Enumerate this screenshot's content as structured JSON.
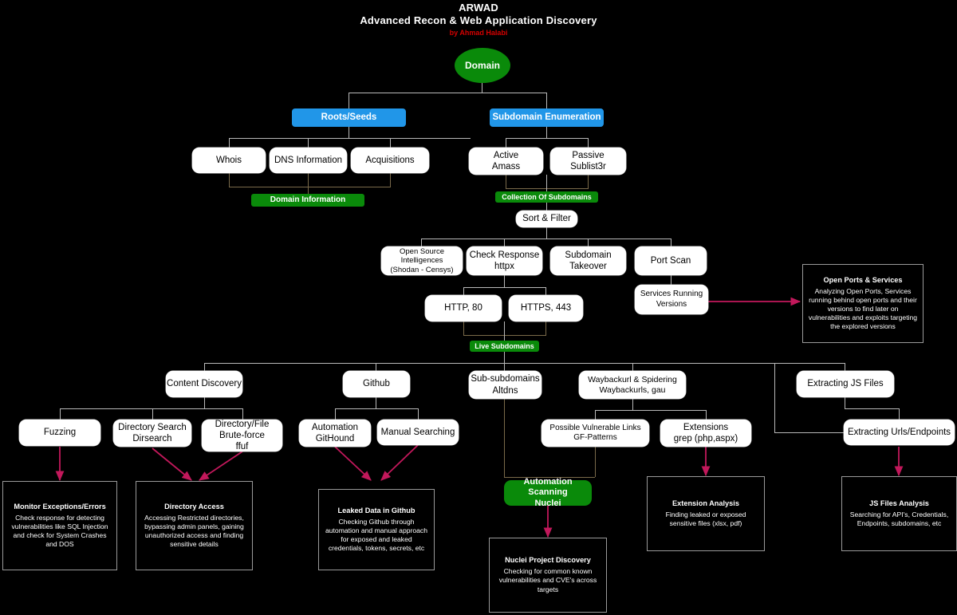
{
  "header": {
    "title": "ARWAD",
    "subtitle": "Advanced Recon & Web Application Discovery",
    "byline": "by Ahmad Halabi"
  },
  "colors": {
    "background": "#000000",
    "process_node": "#ffffff",
    "category_node": "#2196e8",
    "result_node": "#0a8a0a",
    "arrow": "#c2185b",
    "connector": "#b9b9b9",
    "merge_connector": "#7a6a4a",
    "byline": "#d40000"
  },
  "nodes": {
    "root": {
      "label": "Domain",
      "type": "ellipse"
    },
    "roots_seeds": {
      "label": "Roots/Seeds",
      "type": "category"
    },
    "subdomain_enumeration": {
      "label": "Subdomain Enumeration",
      "type": "category"
    },
    "whois": {
      "label": "Whois",
      "type": "process"
    },
    "dns_information": {
      "label": "DNS Information",
      "type": "process"
    },
    "acquisitions": {
      "label": "Acquisitions",
      "type": "process"
    },
    "domain_information": {
      "label": "Domain Information",
      "type": "result"
    },
    "active_amass": {
      "line1": "Active",
      "line2": "Amass",
      "type": "process"
    },
    "passive_sublist3r": {
      "line1": "Passive",
      "line2": "Sublist3r",
      "type": "process"
    },
    "collection_of_subdomains": {
      "label": "Collection Of Subdomains",
      "type": "result"
    },
    "sort_filter": {
      "label": "Sort & Filter",
      "type": "process"
    },
    "osint": {
      "line1": "Open Source",
      "line2": "Intelligences",
      "line3": "(Shodan - Censys)",
      "type": "process"
    },
    "check_response": {
      "line1": "Check Response",
      "line2": "httpx",
      "type": "process"
    },
    "subdomain_takeover": {
      "line1": "Subdomain",
      "line2": "Takeover",
      "type": "process"
    },
    "port_scan": {
      "label": "Port Scan",
      "type": "process"
    },
    "http_80": {
      "label": "HTTP, 80",
      "type": "process"
    },
    "https_443": {
      "label": "HTTPS, 443",
      "type": "process"
    },
    "services_running_versions": {
      "line1": "Services Running",
      "line2": "Versions",
      "type": "process"
    },
    "live_subdomains": {
      "label": "Live Subdomains",
      "type": "result"
    },
    "content_discovery": {
      "label": "Content Discovery",
      "type": "process"
    },
    "github": {
      "label": "Github",
      "type": "process"
    },
    "sub_subdomains": {
      "line1": "Sub-subdomains",
      "line2": "Altdns",
      "type": "process"
    },
    "waybackurl_spidering": {
      "line1": "Waybackurl & Spidering",
      "line2": "Waybackurls, gau",
      "type": "process"
    },
    "extracting_js_files": {
      "label": "Extracting JS Files",
      "type": "process"
    },
    "fuzzing": {
      "label": "Fuzzing",
      "type": "process"
    },
    "directory_search": {
      "line1": "Directory Search",
      "line2": "Dirsearch",
      "type": "process"
    },
    "directory_brute_force": {
      "line1": "Directory/File",
      "line2": "Brute-force",
      "line3": "ffuf",
      "type": "process"
    },
    "automation_githound": {
      "line1": "Automation",
      "line2": "GitHound",
      "type": "process"
    },
    "manual_searching": {
      "label": "Manual Searching",
      "type": "process"
    },
    "possible_vulnerable_links": {
      "line1": "Possible Vulnerable Links",
      "line2": "GF-Patterns",
      "type": "process"
    },
    "extensions_grep": {
      "line1": "Extensions",
      "line2": "grep (php,aspx)",
      "type": "process"
    },
    "extracting_urls_endpoints": {
      "label": "Extracting Urls/Endpoints",
      "type": "process"
    },
    "automation_scanning_nuclei": {
      "line1": "Automation Scanning",
      "line2": "Nuclei",
      "type": "result"
    }
  },
  "descriptions": {
    "open_ports_services": {
      "title": "Open Ports & Services",
      "body": "Analyzing Open Ports, Services running behind open ports and their versions to find later on vulnerabilities and exploits targeting the explored versions"
    },
    "monitor_exceptions": {
      "title": "Monitor Exceptions/Errors",
      "body": "Check response for detecting vulnerabilities like SQL Injection and check for System Crashes and DOS"
    },
    "directory_access": {
      "title": "Directory Access",
      "body": "Accessing Restricted directories, bypassing admin panels, gaining unauthorized access and finding sensitive details"
    },
    "leaked_data_github": {
      "title": "Leaked Data in Github",
      "body": "Checking Github through automation and manual approach for exposed and leaked credentials, tokens, secrets, etc"
    },
    "nuclei_project_discovery": {
      "title": "Nuclei Project Discovery",
      "body": "Checking for common known vulnerabilities and CVE's across targets"
    },
    "extension_analysis": {
      "title": "Extension Analysis",
      "body": "Finding leaked or exposed sensitive files (xlsx, pdf)"
    },
    "js_files_analysis": {
      "title": "JS Files Analysis",
      "body": "Searching for API's, Credentials, Endpoints, subdomains, etc"
    }
  }
}
